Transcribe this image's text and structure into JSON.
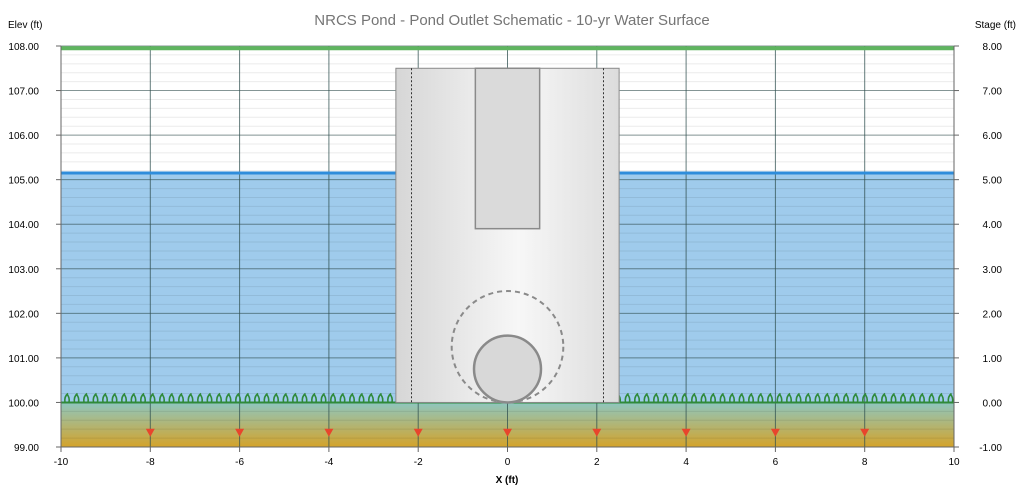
{
  "chart_data": {
    "type": "schematic",
    "title": "NRCS Pond - Pond Outlet Schematic - 10-yr Water Surface",
    "ylabel_left": "Elev (ft)",
    "ylabel_right": "Stage (ft)",
    "xlabel": "X (ft)",
    "xlim": [
      -10,
      10
    ],
    "ylim": [
      99.0,
      108.0
    ],
    "stage_offset": 100.0,
    "x_ticks": [
      "-10",
      "-8",
      "-6",
      "-4",
      "-2",
      "0",
      "2",
      "4",
      "6",
      "8",
      "10"
    ],
    "y_ticks_left": [
      "99.00",
      "100.00",
      "101.00",
      "102.00",
      "103.00",
      "104.00",
      "105.00",
      "106.00",
      "107.00",
      "108.00"
    ],
    "y_ticks_right": [
      "-1.00",
      "0.00",
      "1.00",
      "2.00",
      "3.00",
      "4.00",
      "5.00",
      "6.00",
      "7.00",
      "8.00"
    ],
    "grid": true,
    "top_of_embankment_elev": 107.95,
    "water_surface_elev": 105.15,
    "ground_elev": 100.0,
    "riser": {
      "x_left": -2.5,
      "x_right": 2.5,
      "top_elev": 107.5,
      "bottom_elev": 100.0
    },
    "riser_inner_lines_x": [
      -2.15,
      2.15
    ],
    "orifice_slot": {
      "x_left": -0.72,
      "x_right": 0.72,
      "top_elev": 107.5,
      "bottom_elev": 103.9
    },
    "barrel_pipe": {
      "x_center": 0.0,
      "y_center": 100.75,
      "diameter": 1.5
    },
    "dashed_pipe": {
      "x_center": 0.0,
      "y_center": 101.25,
      "diameter": 2.5
    },
    "soil_markers_x": [
      -8,
      -6,
      -4,
      -2,
      0,
      2,
      4,
      6,
      8
    ],
    "colors": {
      "water": "#9fcbec",
      "water_line": "#2f8ddb",
      "embankment": "#5fb55f",
      "grass": "#2f8a3a",
      "soil_top": "#8ec7c0",
      "soil_bottom": "#d4a32a",
      "marker": "#e8452c",
      "riser_fill": "#e8e8e8",
      "grid": "#2f4f4f"
    }
  }
}
